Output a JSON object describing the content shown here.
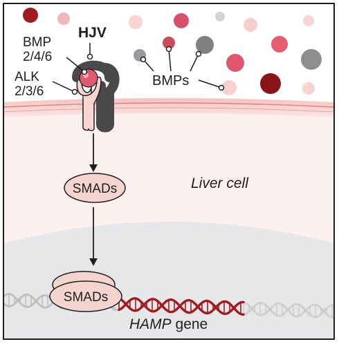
{
  "labels": {
    "hjv": "HJV",
    "bmp_line1": "BMP",
    "bmp_line2": "2/4/6",
    "alk_line1": "ALK",
    "alk_line2": "2/3/6",
    "bmps": "BMPs",
    "smads_top": "SMADs",
    "smads_bottom": "SMADs",
    "liver_cell": "Liver cell",
    "hamp_gene_italic": "HAMP",
    "hamp_gene_suffix": " gene"
  },
  "icons": {
    "receptor": "bmp-receptor-complex-icon",
    "dna": "double-helix-icon",
    "arrow": "down-arrow-icon"
  },
  "colors": {
    "frame": "#1e1e1e",
    "cytoplasm": "#fcf1ef",
    "membrane": "#f2b7b3",
    "membrane_line": "#e0807c",
    "nucleus": "#e6e7e9",
    "smads_fill": "#f3d4cf",
    "receptor_pink": "#f7d4cf",
    "hjv_dark": "#4a4a4c",
    "bmp_ligand": "#e05a6e",
    "dna_red": "#a31a1e",
    "dna_gray": "#bdbdbf"
  }
}
